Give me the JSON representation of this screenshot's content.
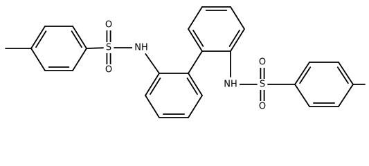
{
  "molecule": {
    "atoms": [
      {
        "id": "a1",
        "element": "C"
      },
      {
        "id": "a2",
        "element": "C"
      },
      {
        "id": "a3",
        "element": "C"
      },
      {
        "id": "a4",
        "element": "C"
      },
      {
        "id": "a5",
        "element": "C"
      },
      {
        "id": "a6",
        "element": "C"
      },
      {
        "id": "a7",
        "element": "C"
      },
      {
        "id": "a8",
        "element": "S",
        "label": "S"
      },
      {
        "id": "a9",
        "element": "O",
        "label": "O"
      },
      {
        "id": "a10",
        "element": "O",
        "label": "O"
      },
      {
        "id": "a11",
        "element": "N",
        "label": "NH"
      },
      {
        "id": "a12",
        "element": "C"
      },
      {
        "id": "a13",
        "element": "C"
      },
      {
        "id": "a14",
        "element": "C"
      },
      {
        "id": "a15",
        "element": "C"
      },
      {
        "id": "a16",
        "element": "C"
      },
      {
        "id": "a17",
        "element": "C"
      },
      {
        "id": "a18",
        "element": "C"
      },
      {
        "id": "a19",
        "element": "C"
      },
      {
        "id": "a20",
        "element": "C"
      },
      {
        "id": "a21",
        "element": "C"
      },
      {
        "id": "a22",
        "element": "C"
      },
      {
        "id": "a23",
        "element": "C"
      },
      {
        "id": "a24",
        "element": "N",
        "label": "NH"
      },
      {
        "id": "a25",
        "element": "S",
        "label": "S"
      },
      {
        "id": "a26",
        "element": "O",
        "label": "O"
      },
      {
        "id": "a27",
        "element": "O",
        "label": "O"
      },
      {
        "id": "a28",
        "element": "C"
      },
      {
        "id": "a29",
        "element": "C"
      },
      {
        "id": "a30",
        "element": "C"
      },
      {
        "id": "a31",
        "element": "C"
      },
      {
        "id": "a32",
        "element": "C"
      },
      {
        "id": "a33",
        "element": "C"
      },
      {
        "id": "a34",
        "element": "C"
      }
    ],
    "bonds": [
      {
        "id": "b1",
        "from": "a1",
        "to": "a2",
        "order": 1
      },
      {
        "id": "b2",
        "from": "a2",
        "to": "a3",
        "order": 2
      },
      {
        "id": "b3",
        "from": "a3",
        "to": "a4",
        "order": 1
      },
      {
        "id": "b4",
        "from": "a4",
        "to": "a5",
        "order": 2
      },
      {
        "id": "b5",
        "from": "a5",
        "to": "a6",
        "order": 1
      },
      {
        "id": "b6",
        "from": "a6",
        "to": "a7",
        "order": 2
      },
      {
        "id": "b7",
        "from": "a7",
        "to": "a2",
        "order": 1
      },
      {
        "id": "b8",
        "from": "a5",
        "to": "a8",
        "order": 1
      },
      {
        "id": "b9",
        "from": "a8",
        "to": "a9",
        "order": 2
      },
      {
        "id": "b10",
        "from": "a8",
        "to": "a10",
        "order": 2
      },
      {
        "id": "b11",
        "from": "a8",
        "to": "a11",
        "order": 1
      },
      {
        "id": "b12",
        "from": "a11",
        "to": "a12",
        "order": 1
      },
      {
        "id": "b13",
        "from": "a12",
        "to": "a13",
        "order": 2
      },
      {
        "id": "b14",
        "from": "a13",
        "to": "a14",
        "order": 1
      },
      {
        "id": "b15",
        "from": "a14",
        "to": "a15",
        "order": 2
      },
      {
        "id": "b16",
        "from": "a15",
        "to": "a16",
        "order": 1
      },
      {
        "id": "b17",
        "from": "a16",
        "to": "a17",
        "order": 2
      },
      {
        "id": "b18",
        "from": "a17",
        "to": "a12",
        "order": 1
      },
      {
        "id": "b19",
        "from": "a17",
        "to": "a18",
        "order": 1
      },
      {
        "id": "b20",
        "from": "a18",
        "to": "a19",
        "order": 2
      },
      {
        "id": "b21",
        "from": "a19",
        "to": "a20",
        "order": 1
      },
      {
        "id": "b22",
        "from": "a20",
        "to": "a21",
        "order": 2
      },
      {
        "id": "b23",
        "from": "a21",
        "to": "a22",
        "order": 1
      },
      {
        "id": "b24",
        "from": "a22",
        "to": "a23",
        "order": 2
      },
      {
        "id": "b25",
        "from": "a23",
        "to": "a18",
        "order": 1
      },
      {
        "id": "b26",
        "from": "a23",
        "to": "a24",
        "order": 1
      },
      {
        "id": "b27",
        "from": "a24",
        "to": "a25",
        "order": 1
      },
      {
        "id": "b28",
        "from": "a25",
        "to": "a26",
        "order": 2
      },
      {
        "id": "b29",
        "from": "a25",
        "to": "a27",
        "order": 2
      },
      {
        "id": "b30",
        "from": "a25",
        "to": "a28",
        "order": 1
      },
      {
        "id": "b31",
        "from": "a28",
        "to": "a29",
        "order": 2
      },
      {
        "id": "b32",
        "from": "a29",
        "to": "a30",
        "order": 1
      },
      {
        "id": "b33",
        "from": "a30",
        "to": "a31",
        "order": 2
      },
      {
        "id": "b34",
        "from": "a31",
        "to": "a32",
        "order": 1
      },
      {
        "id": "b35",
        "from": "a32",
        "to": "a33",
        "order": 2
      },
      {
        "id": "b36",
        "from": "a33",
        "to": "a28",
        "order": 1
      },
      {
        "id": "b37",
        "from": "a31",
        "to": "a34",
        "order": 1
      }
    ]
  },
  "colors": {
    "bond": "#000000",
    "label": "#000000",
    "background": "#ffffff"
  }
}
